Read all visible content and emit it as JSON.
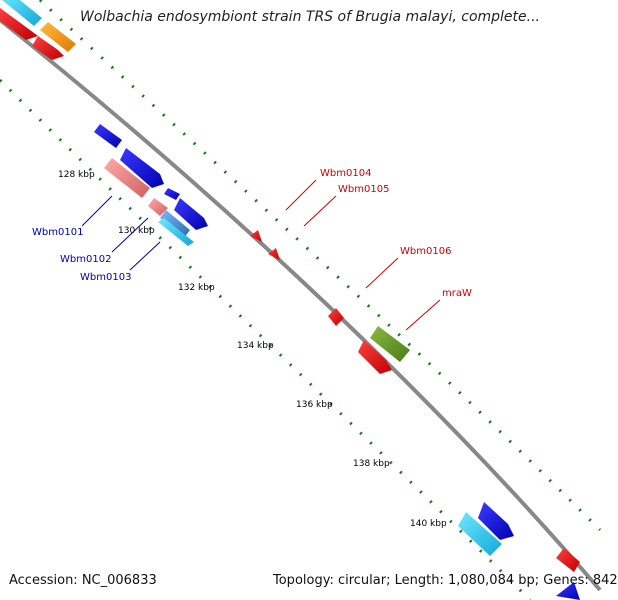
{
  "header": {
    "title": "Wolbachia endosymbiont strain TRS of Brugia malayi, complete..."
  },
  "footer": {
    "accession": "Accession: NC_006833",
    "summary": "Topology: circular; Length: 1,080,084 bp; Genes: 842"
  },
  "colors": {
    "backbone": "#888888",
    "ticks": "#1a7a1a",
    "forward_blue": "#1010e0",
    "cyan": "#22c8f0",
    "red": "#ee1111",
    "orange": "#ff9900",
    "pink": "#f08080",
    "steel": "#4a90d0",
    "olive": "#6a9a2a",
    "label_red": "#cc0000",
    "label_blue": "#0000aa"
  },
  "kbp_labels": [
    "128 kbp",
    "130 kbp",
    "132 kbp",
    "134 kbp",
    "136 kbp",
    "138 kbp",
    "140 kbp"
  ],
  "gene_labels": {
    "red": [
      "Wbm0104",
      "Wbm0105",
      "Wbm0106",
      "mraW"
    ],
    "blue": [
      "Wbm0101",
      "Wbm0102",
      "Wbm0103"
    ]
  }
}
